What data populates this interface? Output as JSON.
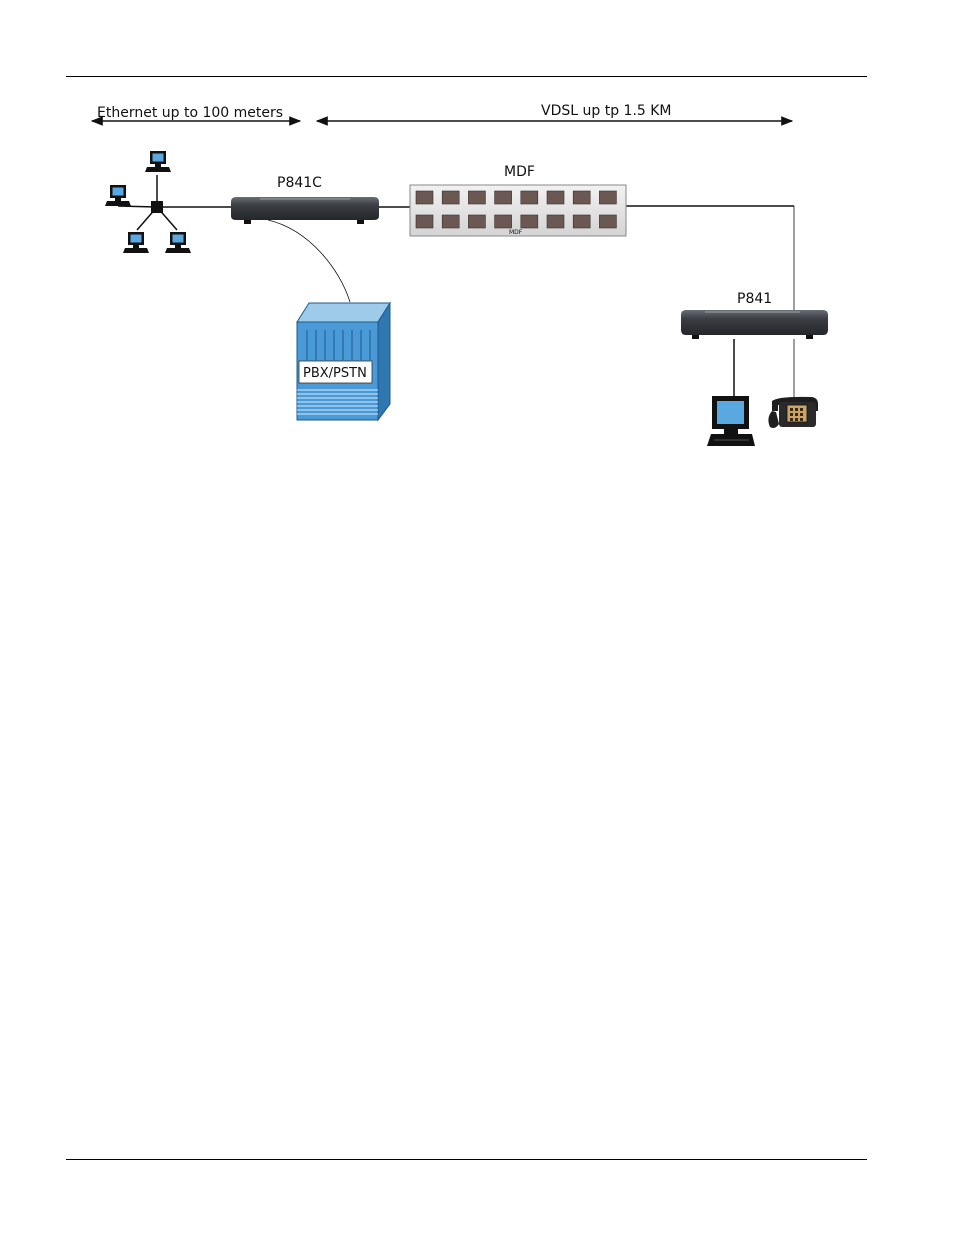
{
  "diagram": {
    "ethernet_label": "Ethernet up to 100 meters",
    "vdsl_label": "VDSL up tp 1.5 KM",
    "modem_central_label": "P841C",
    "mdf_label": "MDF",
    "mdf_small_label": "MDF",
    "pbx_label": "PBX/PSTN",
    "modem_remote_label": "P841"
  },
  "colors": {
    "device_body": "#3b3e44",
    "pbx_blue": "#4a9ad8",
    "mdf_port": "#6b5852",
    "screen_blue": "#5aa8e0"
  }
}
